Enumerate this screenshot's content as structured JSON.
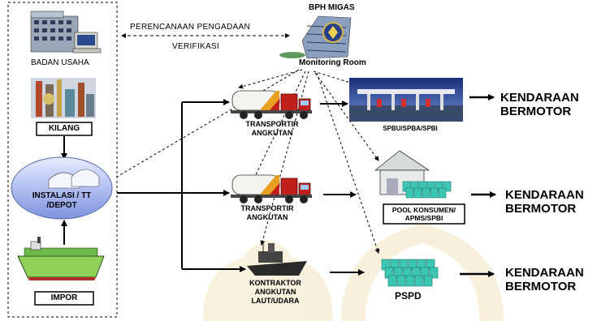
{
  "header": {
    "agency": "BPH MIGAS",
    "monitoring": "Monitoring Room"
  },
  "flows": {
    "planning": "PERENCANAAN PENGADAAN",
    "verification": "VERIFIKASI"
  },
  "sources": {
    "business": "BADAN USAHA",
    "refinery": "KILANG",
    "depot": "INSTALASI / TT /DEPOT",
    "import": "IMPOR"
  },
  "transport": {
    "truck1_line1": "TRANSPORTIR",
    "truck1_line2": "ANGKUTAN",
    "truck2_line1": "TRANSPORTIR",
    "truck2_line2": "ANGKUTAN",
    "ship_line1": "KONTRAKTOR",
    "ship_line2": "ANGKUTAN",
    "ship_line3": "LAUT/UDARA"
  },
  "outlets": {
    "spbu": "SPBU/SPBA/SPBI",
    "pool_line1": "POOL KONSUMEN/",
    "pool_line2": "APMS/SPBI",
    "pspd": "PSPD"
  },
  "destinations": {
    "vehicle1_line1": "KENDARAAN",
    "vehicle1_line2": "BERMOTOR",
    "vehicle2_line1": "KENDARAAN",
    "vehicle2_line2": "BERMOTOR",
    "vehicle3_line1": "KENDARAAN",
    "vehicle3_line2": "BERMOTOR"
  },
  "colors": {
    "tank_green": "#2fa89a",
    "tank_fill": "#3cc7b4",
    "ship_green": "#8ed25a",
    "truck_red": "#c0201c",
    "depot_blue": "#8fa3e8"
  }
}
